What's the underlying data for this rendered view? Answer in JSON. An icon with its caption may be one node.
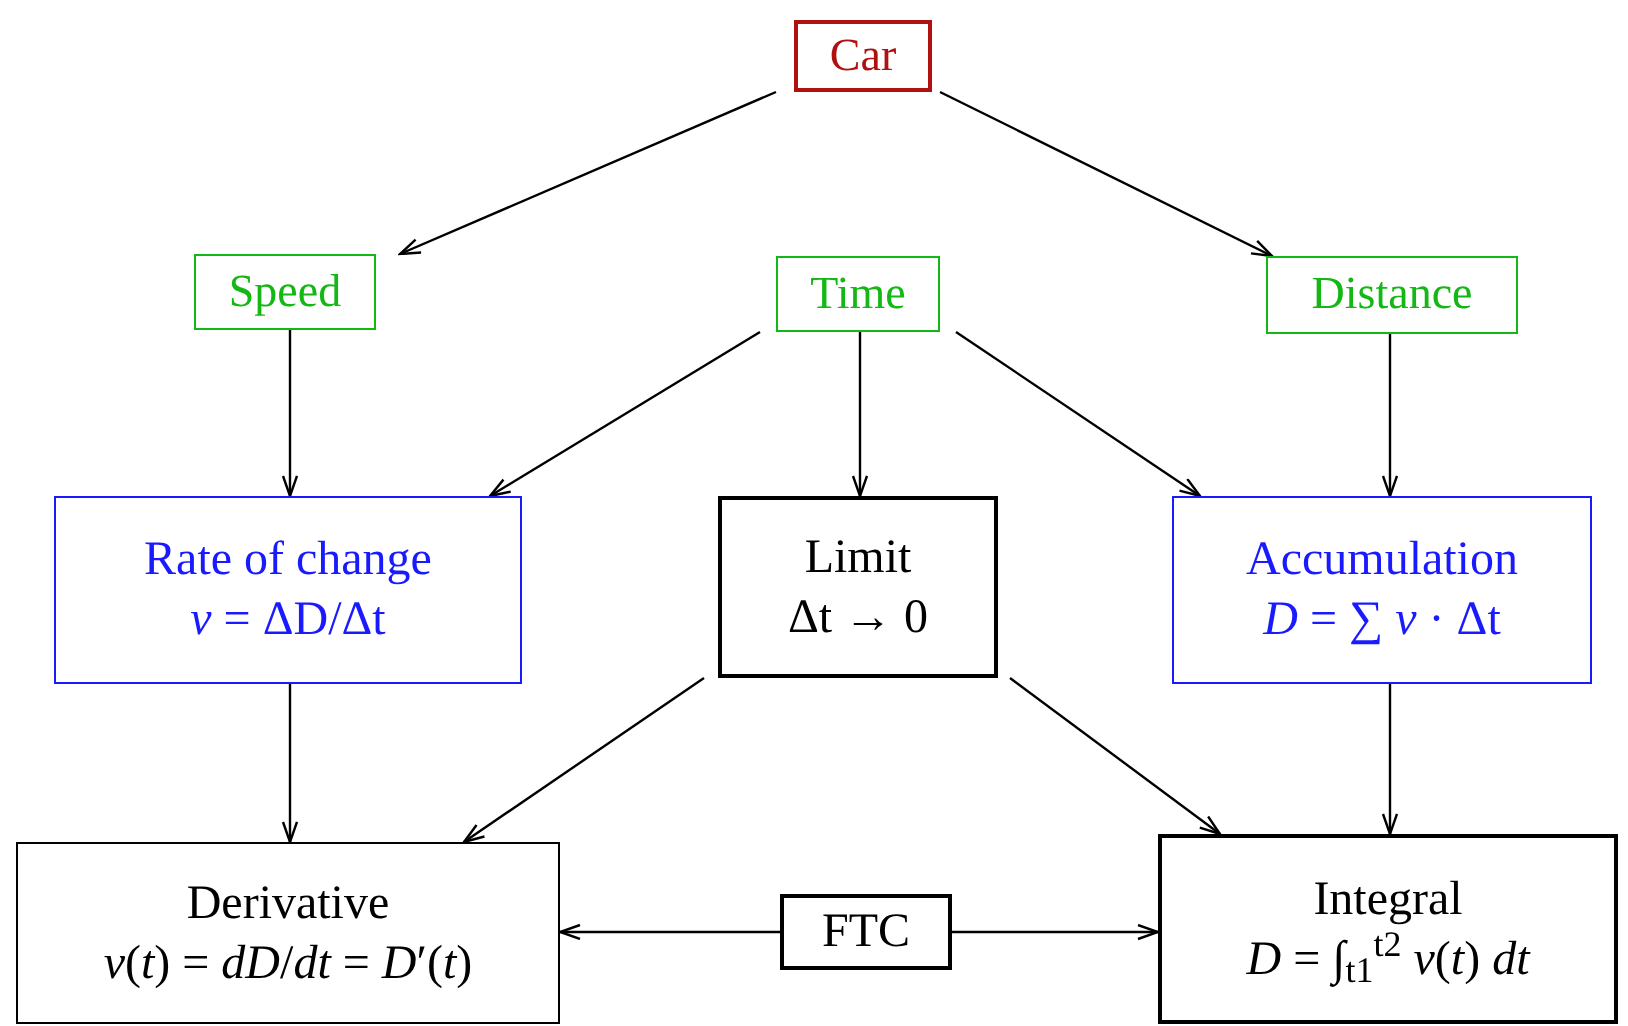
{
  "diagram": {
    "nodes": [
      {
        "text": [
          "Car"
        ]
      },
      {
        "text": [
          "Speed"
        ]
      },
      {
        "text": [
          "Time"
        ]
      },
      {
        "text": [
          "Distance"
        ]
      },
      {
        "text": [
          "Rate of change",
          "*v* = ΔD/Δt"
        ]
      },
      {
        "text": [
          "Limit",
          "Δt → 0"
        ]
      },
      {
        "text": [
          "Accumulation",
          "*D* = ∑ *v* · Δt"
        ]
      },
      {
        "text": [
          "Derivative",
          "*v*(*t*) = *dD*/*dt* = *D*′(*t*)"
        ]
      },
      {
        "text": [
          "FTC"
        ]
      },
      {
        "text": [
          "Integral",
          "*D* = ∫$_{t1}$$^{t2}$ *v*(*t*) *dt*"
        ]
      }
    ],
    "edges": [
      {
        "from": 0,
        "to": 1,
        "arrow": "to"
      },
      {
        "from": 0,
        "to": 3,
        "arrow": "to"
      },
      {
        "from": 1,
        "to": 4,
        "arrow": "to"
      },
      {
        "from": 2,
        "to": 4,
        "arrow": "to"
      },
      {
        "from": 2,
        "to": 5,
        "arrow": "to"
      },
      {
        "from": 2,
        "to": 6,
        "arrow": "to"
      },
      {
        "from": 3,
        "to": 6,
        "arrow": "to"
      },
      {
        "from": 4,
        "to": 7,
        "arrow": "to"
      },
      {
        "from": 5,
        "to": 7,
        "arrow": "to"
      },
      {
        "from": 5,
        "to": 9,
        "arrow": "to"
      },
      {
        "from": 6,
        "to": 9,
        "arrow": "to"
      },
      {
        "from": 8,
        "to": 7,
        "arrow": "to"
      },
      {
        "from": 8,
        "to": 9,
        "arrow": "to"
      }
    ]
  }
}
